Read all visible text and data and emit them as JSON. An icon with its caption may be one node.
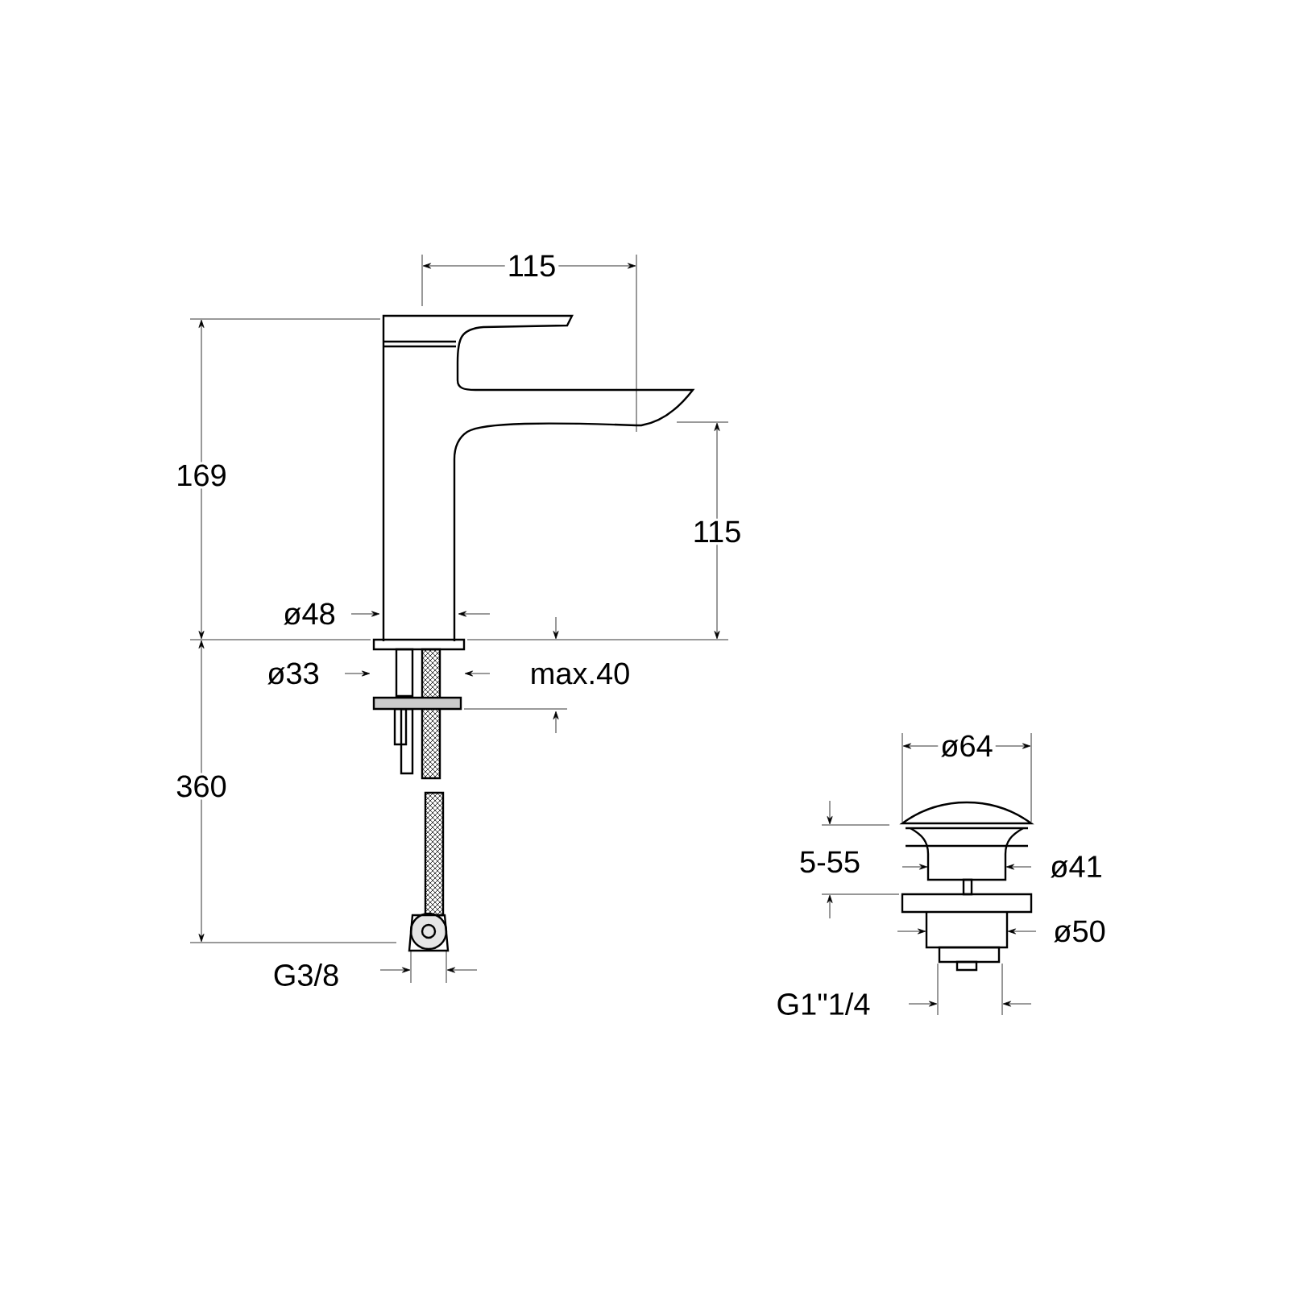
{
  "diagram": {
    "labels": [
      "115",
      "169",
      "115",
      "ø48",
      "ø33",
      "max.40",
      "360",
      "G3/8",
      "ø64",
      "5-55",
      "ø41",
      "ø50",
      "G1\"1/4"
    ]
  }
}
